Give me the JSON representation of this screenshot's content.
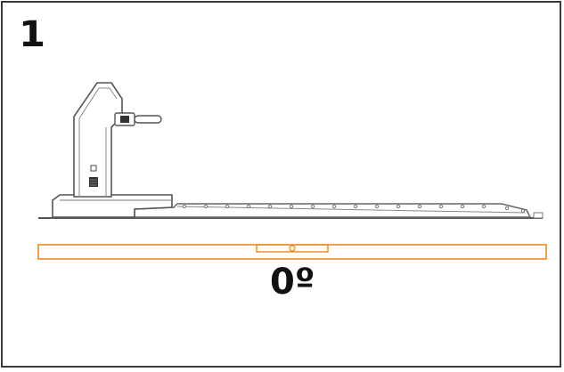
{
  "step": {
    "number": "1"
  },
  "angle": {
    "label": "0º",
    "degrees": 0
  },
  "colors": {
    "frame": "#3a3a3a",
    "line_art": "#555555",
    "accent_orange": "#f08a1c",
    "text": "#111111"
  },
  "icons": {
    "dock": "keyboard-dock-illustration",
    "level": "level-indicator-bar"
  }
}
